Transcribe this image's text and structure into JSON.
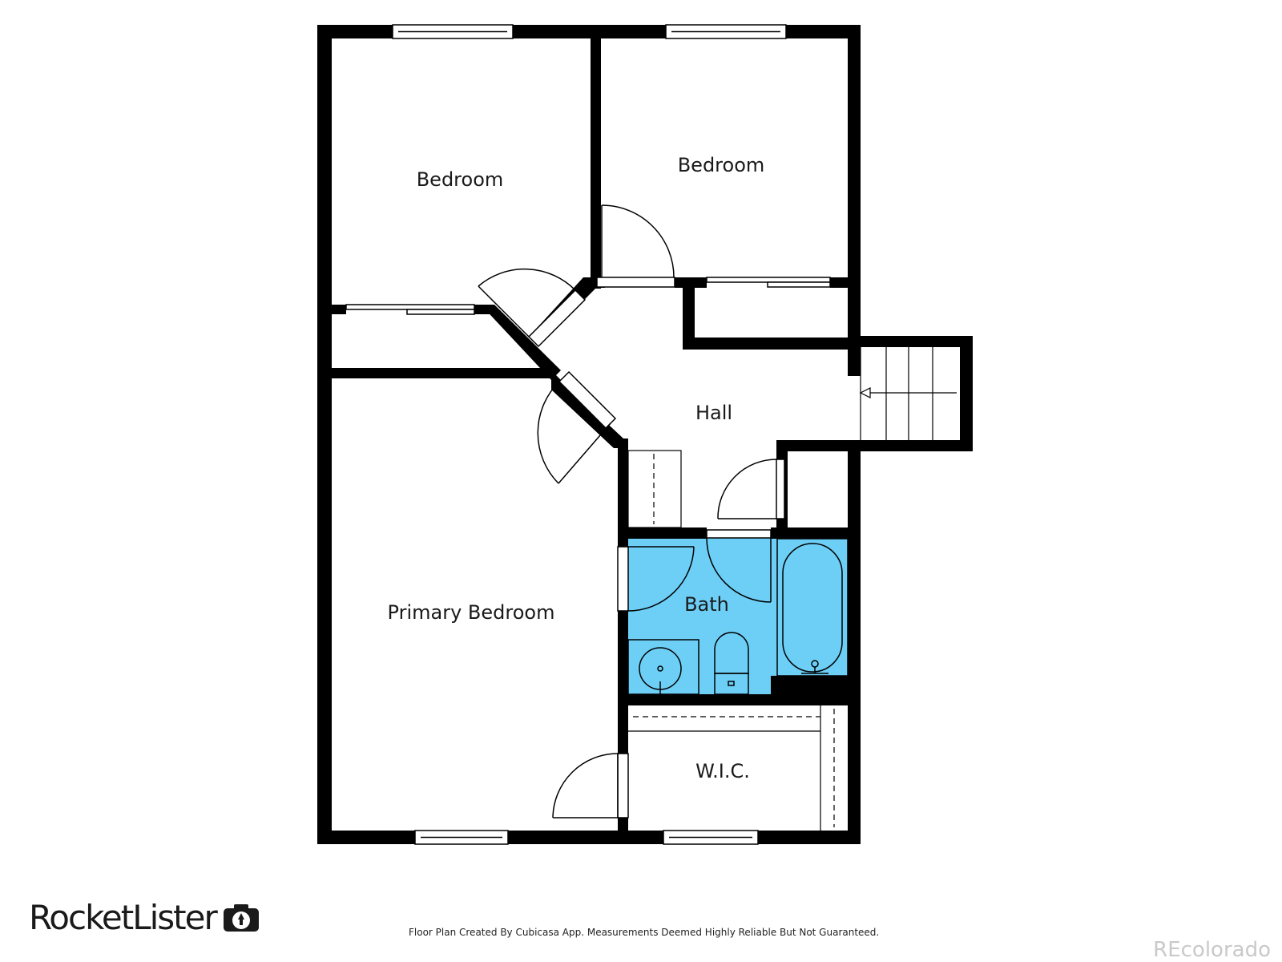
{
  "plan": {
    "rooms": {
      "bedroom_left": "Bedroom",
      "bedroom_right": "Bedroom",
      "hall": "Hall",
      "primary_bedroom": "Primary Bedroom",
      "bath": "Bath",
      "wic": "W.I.C."
    }
  },
  "footer": {
    "brand": "RocketLister",
    "brand_icon": "camera-icon",
    "disclaimer": "Floor Plan Created By Cubicasa App. Measurements Deemed Highly Reliable But Not Guaranteed.",
    "watermark": "REcolorado"
  },
  "colors": {
    "wall": "#000000",
    "bath_fill": "#6dcff6",
    "background": "#ffffff"
  }
}
